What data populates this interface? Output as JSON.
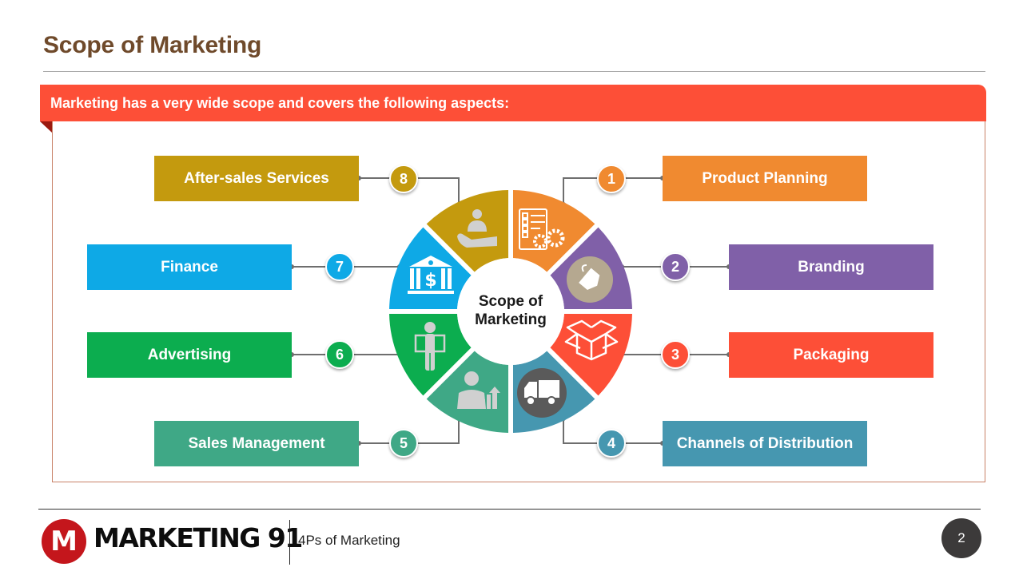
{
  "page": {
    "title": "Scope of Marketing",
    "banner_text": "Marketing has a very wide scope and covers the following aspects:"
  },
  "wheel": {
    "center_line1": "Scope of",
    "center_line2": "Marketing",
    "items": [
      {
        "number": "1",
        "label": "Product Planning",
        "color": "#f08a30",
        "icon": "checklist-gears-icon"
      },
      {
        "number": "2",
        "label": "Branding",
        "color": "#8060a8",
        "icon": "price-tag-icon"
      },
      {
        "number": "3",
        "label": "Packaging",
        "color": "#fd4f37",
        "icon": "open-box-icon"
      },
      {
        "number": "4",
        "label": "Channels of Distribution",
        "color": "#4697b0",
        "icon": "delivery-truck-icon"
      },
      {
        "number": "5",
        "label": "Sales Management",
        "color": "#3fa886",
        "icon": "salesman-chart-icon"
      },
      {
        "number": "6",
        "label": "Advertising",
        "color": "#0cad4f",
        "icon": "person-holding-sign-icon"
      },
      {
        "number": "7",
        "label": "Finance",
        "color": "#0ea9e6",
        "icon": "bank-dollar-icon"
      },
      {
        "number": "8",
        "label": "After-sales Services",
        "color": "#c49a0e",
        "icon": "hand-serving-person-icon"
      }
    ]
  },
  "footer": {
    "logo_letter": "M",
    "logo_text": "MARKETING 91",
    "subtitle": "4Ps of Marketing",
    "page_number": "2"
  }
}
